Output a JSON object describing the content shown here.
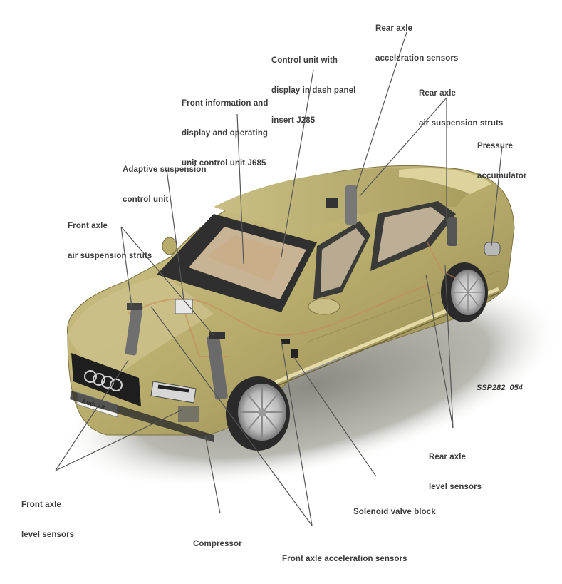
{
  "figure": {
    "id": "SSP282_054",
    "subject": "Audi A8 adaptive air suspension component locations",
    "colors": {
      "car_body": "#b9ad6f",
      "car_body_dark": "#8f8450",
      "car_body_light": "#d6cd94",
      "glass": "#2b2b2b",
      "interior": "#d9c3a1",
      "shadow": "#8a8a80",
      "leader_line": "#555555",
      "label_text": "#3d3d3d"
    },
    "plate_text": "Audi A8"
  },
  "labels": [
    {
      "key": "rear_axle_acceleration_sensors",
      "lines": [
        "Rear axle",
        "acceleration sensors"
      ]
    },
    {
      "key": "control_unit_dash_panel",
      "lines": [
        "Control unit with",
        "display in dash panel",
        "insert J285"
      ]
    },
    {
      "key": "front_information_display",
      "lines": [
        "Front information and",
        "display and operating",
        "unit control unit J685"
      ]
    },
    {
      "key": "rear_axle_air_struts",
      "lines": [
        "Rear axle",
        "air suspension struts"
      ]
    },
    {
      "key": "pressure_accumulator",
      "lines": [
        "Pressure",
        "accumulator"
      ]
    },
    {
      "key": "adaptive_suspension_cu",
      "lines": [
        "Adaptive suspension",
        "control unit"
      ]
    },
    {
      "key": "front_axle_air_struts",
      "lines": [
        "Front axle",
        "air suspension struts"
      ]
    },
    {
      "key": "rear_axle_level_sensors",
      "lines": [
        "Rear axle",
        "level sensors"
      ]
    },
    {
      "key": "front_axle_level_sensors",
      "lines": [
        "Front axle",
        "level sensors"
      ]
    },
    {
      "key": "solenoid_valve_block",
      "lines": [
        "Solenoid valve block"
      ]
    },
    {
      "key": "compressor",
      "lines": [
        "Compressor"
      ]
    },
    {
      "key": "front_axle_acceleration_sensors",
      "lines": [
        "Front axle acceleration sensors"
      ]
    }
  ]
}
